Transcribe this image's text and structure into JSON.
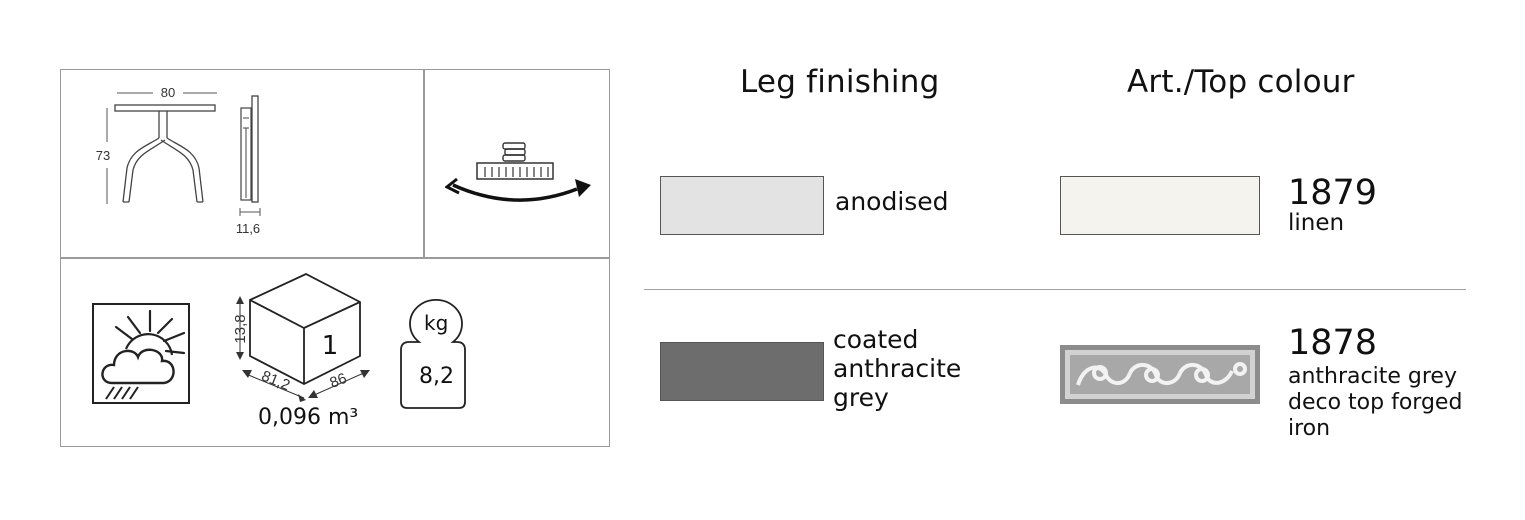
{
  "spec": {
    "dims": {
      "width": "80",
      "height": "73",
      "folded_depth": "11,6"
    },
    "package": {
      "height": "13,8",
      "length": "81,2",
      "depth": "86",
      "count": "1",
      "volume": "0,096 m³"
    },
    "weight": {
      "unit": "kg",
      "value": "8,2"
    }
  },
  "headers": {
    "leg": "Leg finishing",
    "top": "Art./Top colour"
  },
  "leg_finishings": [
    {
      "label": "anodised",
      "color": "#e3e3e3"
    },
    {
      "label": "coated\nanthracite\ngrey",
      "color": "#6d6d6d"
    }
  ],
  "top_colours": [
    {
      "code": "1879",
      "name": "linen",
      "color": "#f4f3ee"
    },
    {
      "code": "1878",
      "name": "anthracite grey\ndeco top forged\niron",
      "color": "#8a8a8a"
    }
  ]
}
